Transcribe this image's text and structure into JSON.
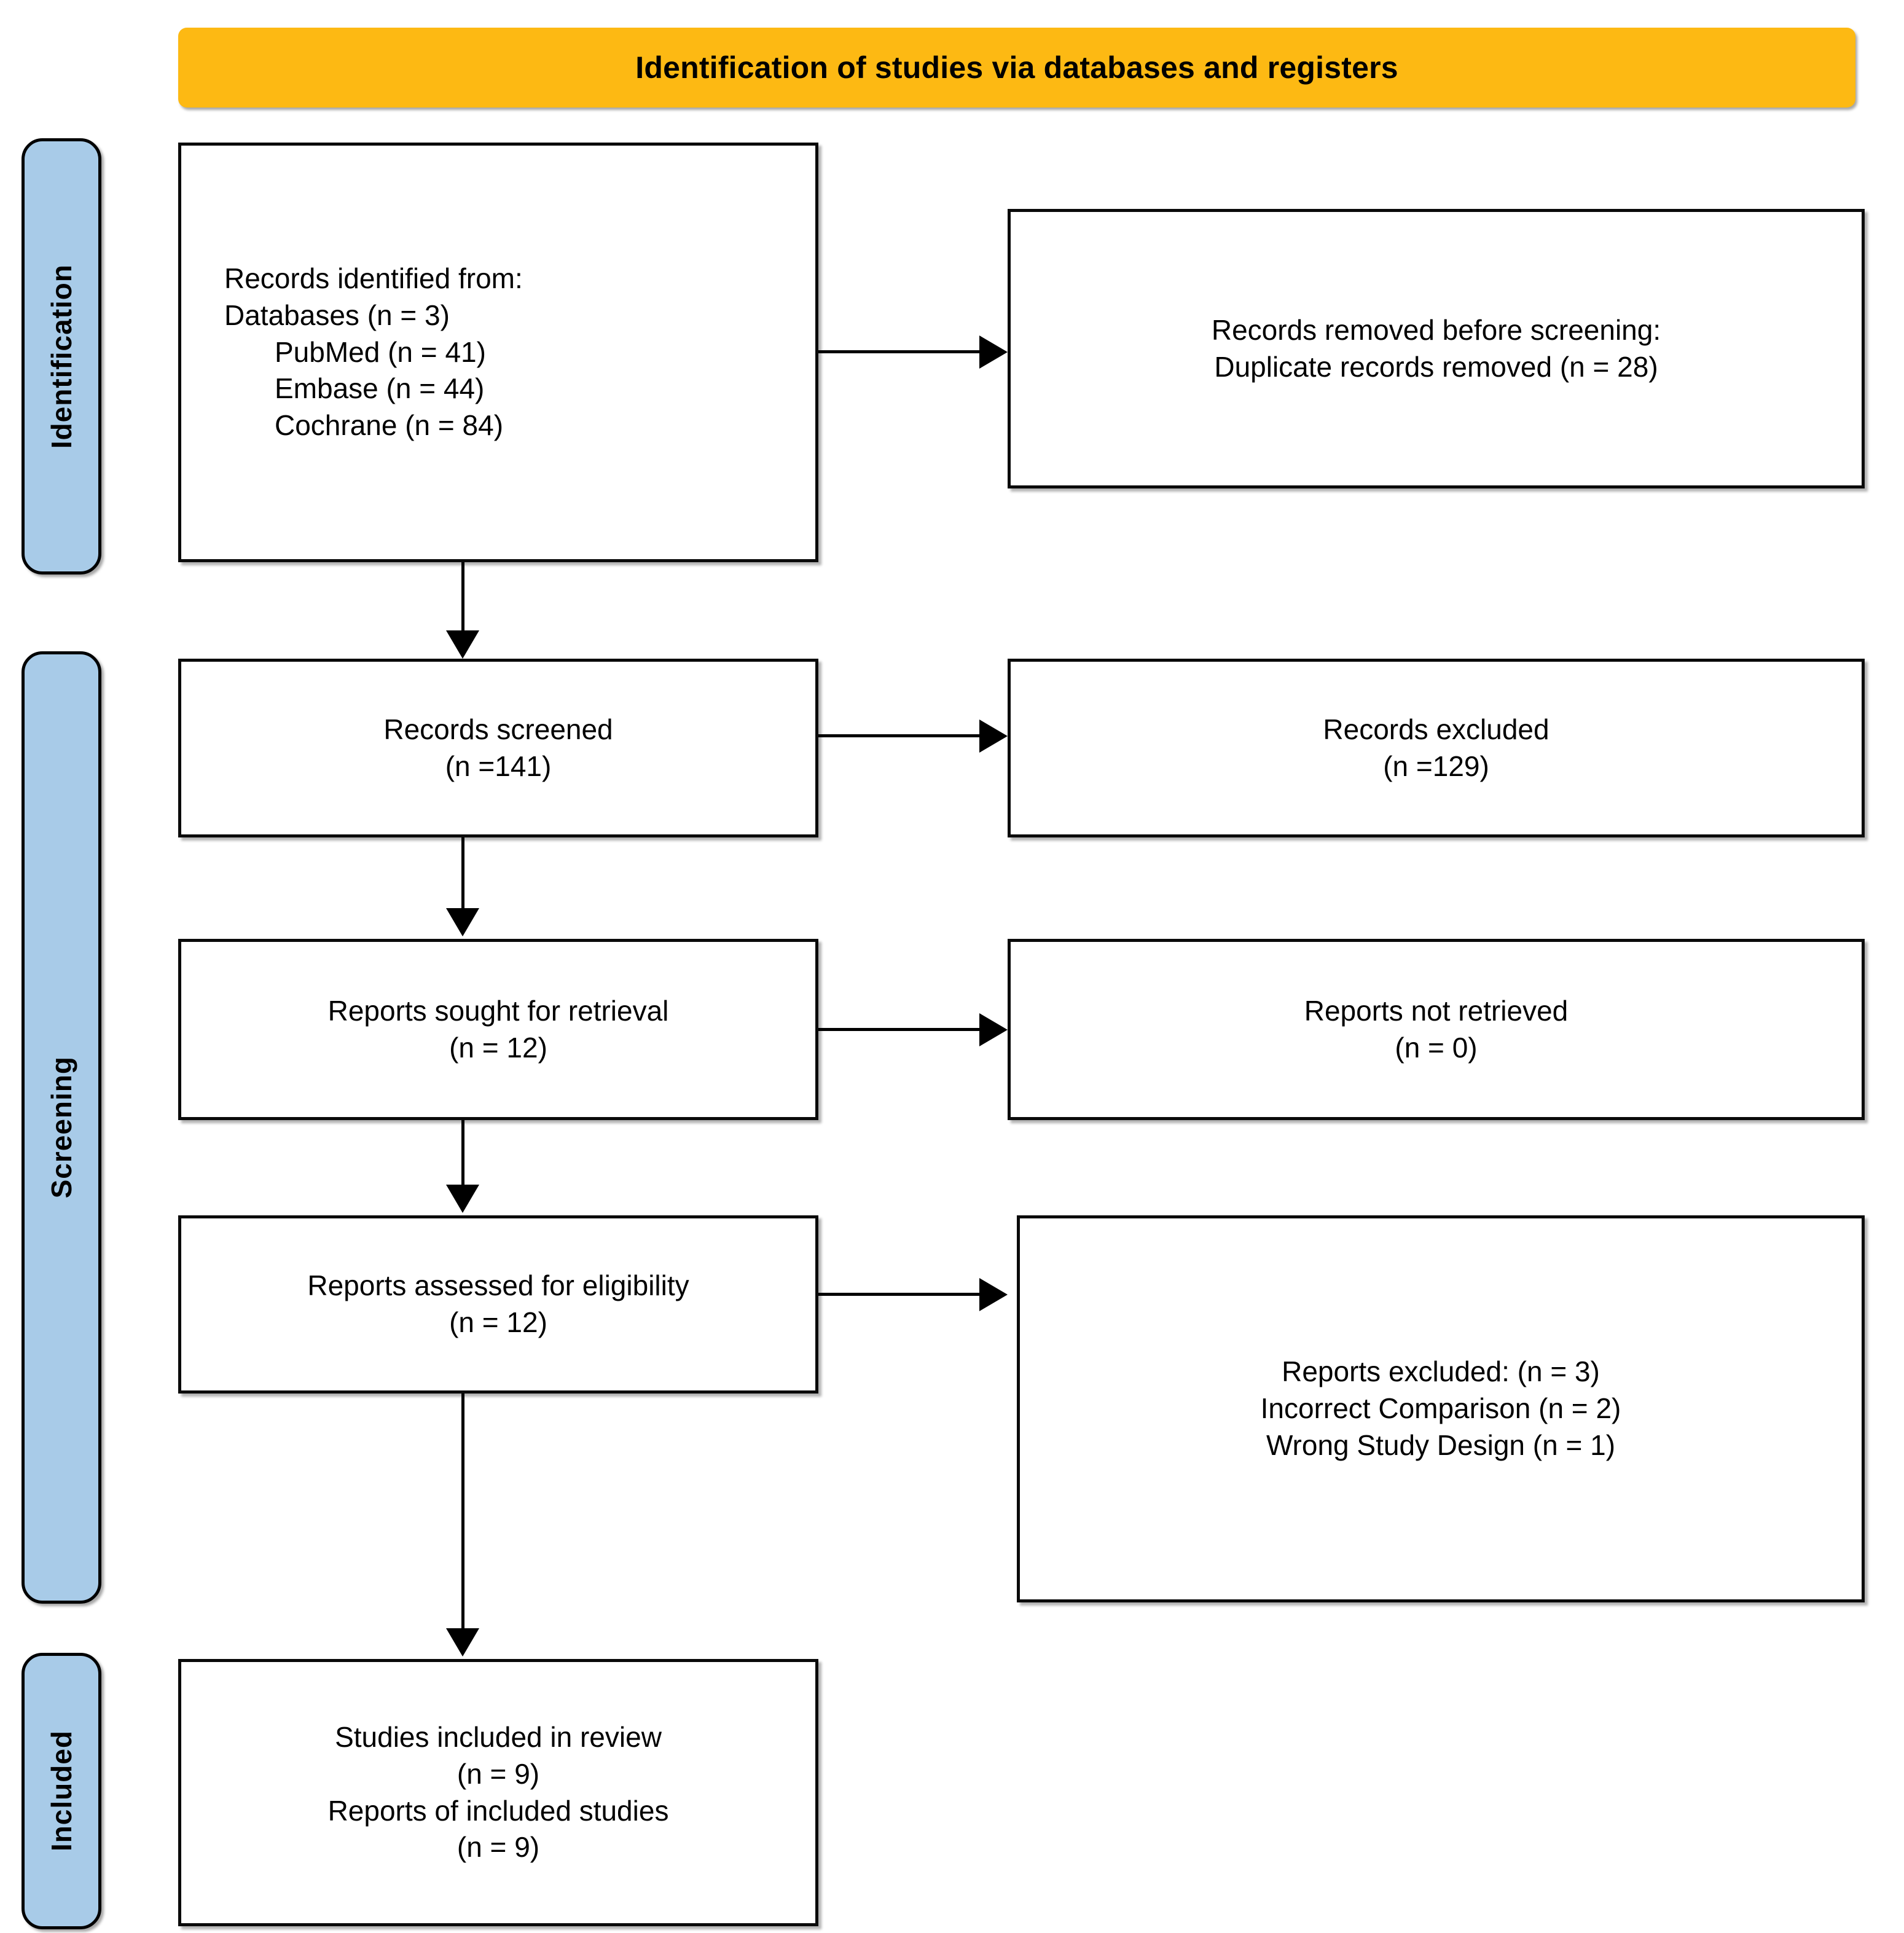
{
  "diagram": {
    "type": "PRISMA flow diagram",
    "banner": {
      "title": "Identification of studies via databases and registers"
    },
    "colors": {
      "banner_orange": "#FDB913",
      "phase_blue": "#A8CBE8",
      "border_black": "#0A0A0A",
      "box_white": "#FFFFFF"
    },
    "phases": [
      {
        "id": "identification",
        "label": "Identification"
      },
      {
        "id": "screening",
        "label": "Screening"
      },
      {
        "id": "included",
        "label": "Included"
      }
    ],
    "boxes": {
      "records_identified": {
        "lines": [
          "Records identified from:",
          "Databases (n = 3)",
          "PubMed (n = 41)",
          "Embase (n = 44)",
          "Cochrane (n = 84)"
        ]
      },
      "records_removed": {
        "lines": [
          "Records removed before screening:",
          "Duplicate records removed (n = 28)"
        ]
      },
      "records_screened": {
        "lines": [
          "Records screened",
          "(n =141)"
        ]
      },
      "records_excluded": {
        "lines": [
          "Records excluded",
          "(n =129)"
        ]
      },
      "reports_sought": {
        "lines": [
          "Reports sought for retrieval",
          "(n = 12)"
        ]
      },
      "reports_not_retrieved": {
        "lines": [
          "Reports not retrieved",
          "(n = 0)"
        ]
      },
      "reports_assessed": {
        "lines": [
          "Reports assessed for eligibility",
          "(n = 12)"
        ]
      },
      "reports_excluded": {
        "lines": [
          "Reports excluded: (n = 3)",
          "Incorrect Comparison (n = 2)",
          "Wrong Study Design (n = 1)"
        ]
      },
      "studies_included": {
        "lines": [
          "Studies included in review",
          "(n = 9)",
          "Reports of included studies",
          "(n = 9)"
        ]
      }
    },
    "counts": {
      "databases": 3,
      "pubmed": 41,
      "embase": 44,
      "cochrane": 84,
      "duplicates_removed": 28,
      "records_screened": 141,
      "records_excluded": 129,
      "reports_sought": 12,
      "reports_not_retrieved": 0,
      "reports_assessed": 12,
      "reports_excluded_total": 3,
      "incorrect_comparison": 2,
      "wrong_study_design": 1,
      "studies_included": 9,
      "reports_of_included_studies": 9
    }
  }
}
